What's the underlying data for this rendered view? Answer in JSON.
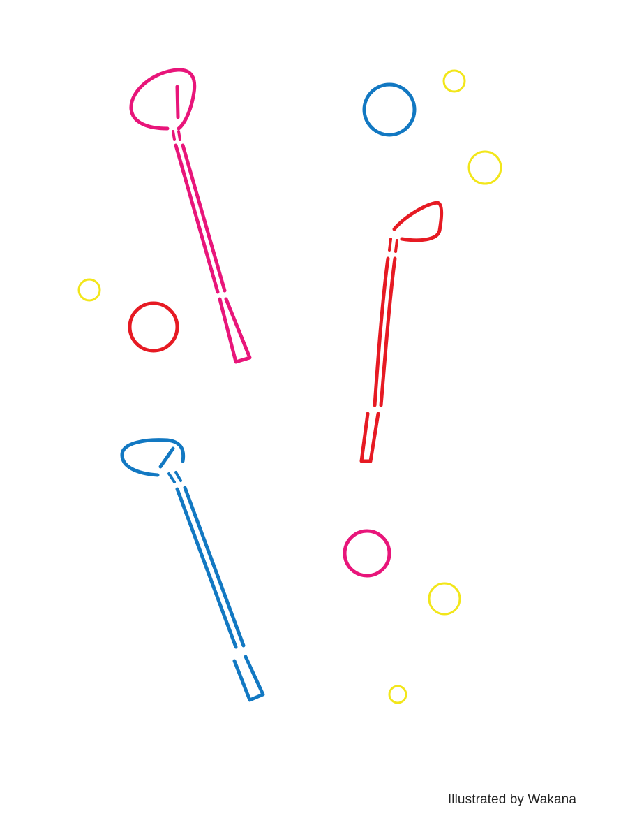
{
  "illustration": {
    "credit": "Illustrated by Wakana",
    "subjects": {
      "clubs": [
        {
          "color_name": "pink",
          "color": "#e8157a"
        },
        {
          "color_name": "red",
          "color": "#e61a23"
        },
        {
          "color_name": "blue",
          "color": "#1278c2"
        }
      ],
      "balls": [
        {
          "color_name": "blue",
          "color": "#1278c2"
        },
        {
          "color_name": "red",
          "color": "#e61a23"
        },
        {
          "color_name": "pink",
          "color": "#e8157a"
        }
      ],
      "circles_color": "#f2e61a",
      "circle_count": 5
    },
    "colors": {
      "pink": "#e8157a",
      "red": "#e61a23",
      "blue": "#1278c2",
      "yellow": "#f2e61a",
      "background": "#ffffff",
      "credit_text": "#222222"
    }
  }
}
